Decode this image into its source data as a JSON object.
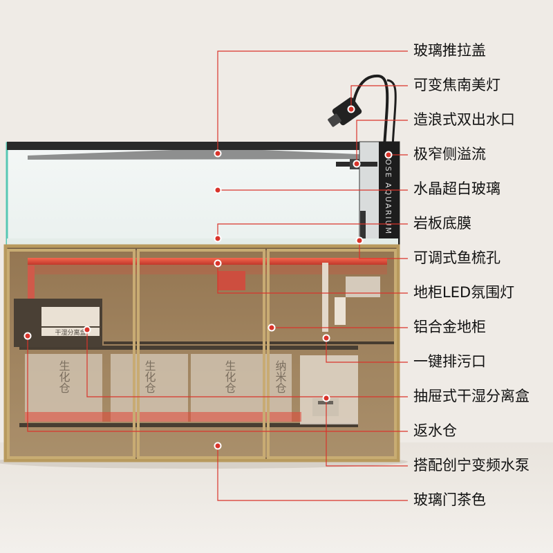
{
  "tank": {
    "side_logo_text": "OSE AQUARIUM",
    "module_labels": [
      "生化仓",
      "生化仓",
      "生化仓",
      "纳米仓"
    ],
    "sump_box_label": "干湿分离盒"
  },
  "callouts": [
    {
      "label": "玻璃推拉盖"
    },
    {
      "label": "可变焦南美灯"
    },
    {
      "label": "造浪式双出水口"
    },
    {
      "label": "极窄侧溢流"
    },
    {
      "label": "水晶超白玻璃"
    },
    {
      "label": "岩板底膜"
    },
    {
      "label": "可调式鱼梳孔"
    },
    {
      "label": "地柜LED氛围灯"
    },
    {
      "label": "铝合金地柜"
    },
    {
      "label": "一键排污口"
    },
    {
      "label": "抽屉式干湿分离盒"
    },
    {
      "label": "返水仓"
    },
    {
      "label": "搭配创宁变频水泵"
    },
    {
      "label": "玻璃门茶色"
    }
  ],
  "colors": {
    "background": "#efebe6",
    "leader_line": "#d9342b",
    "cabinet_frame": "#b89a5e",
    "glass_edge": "#57c7b3",
    "led": "#e8322a"
  }
}
